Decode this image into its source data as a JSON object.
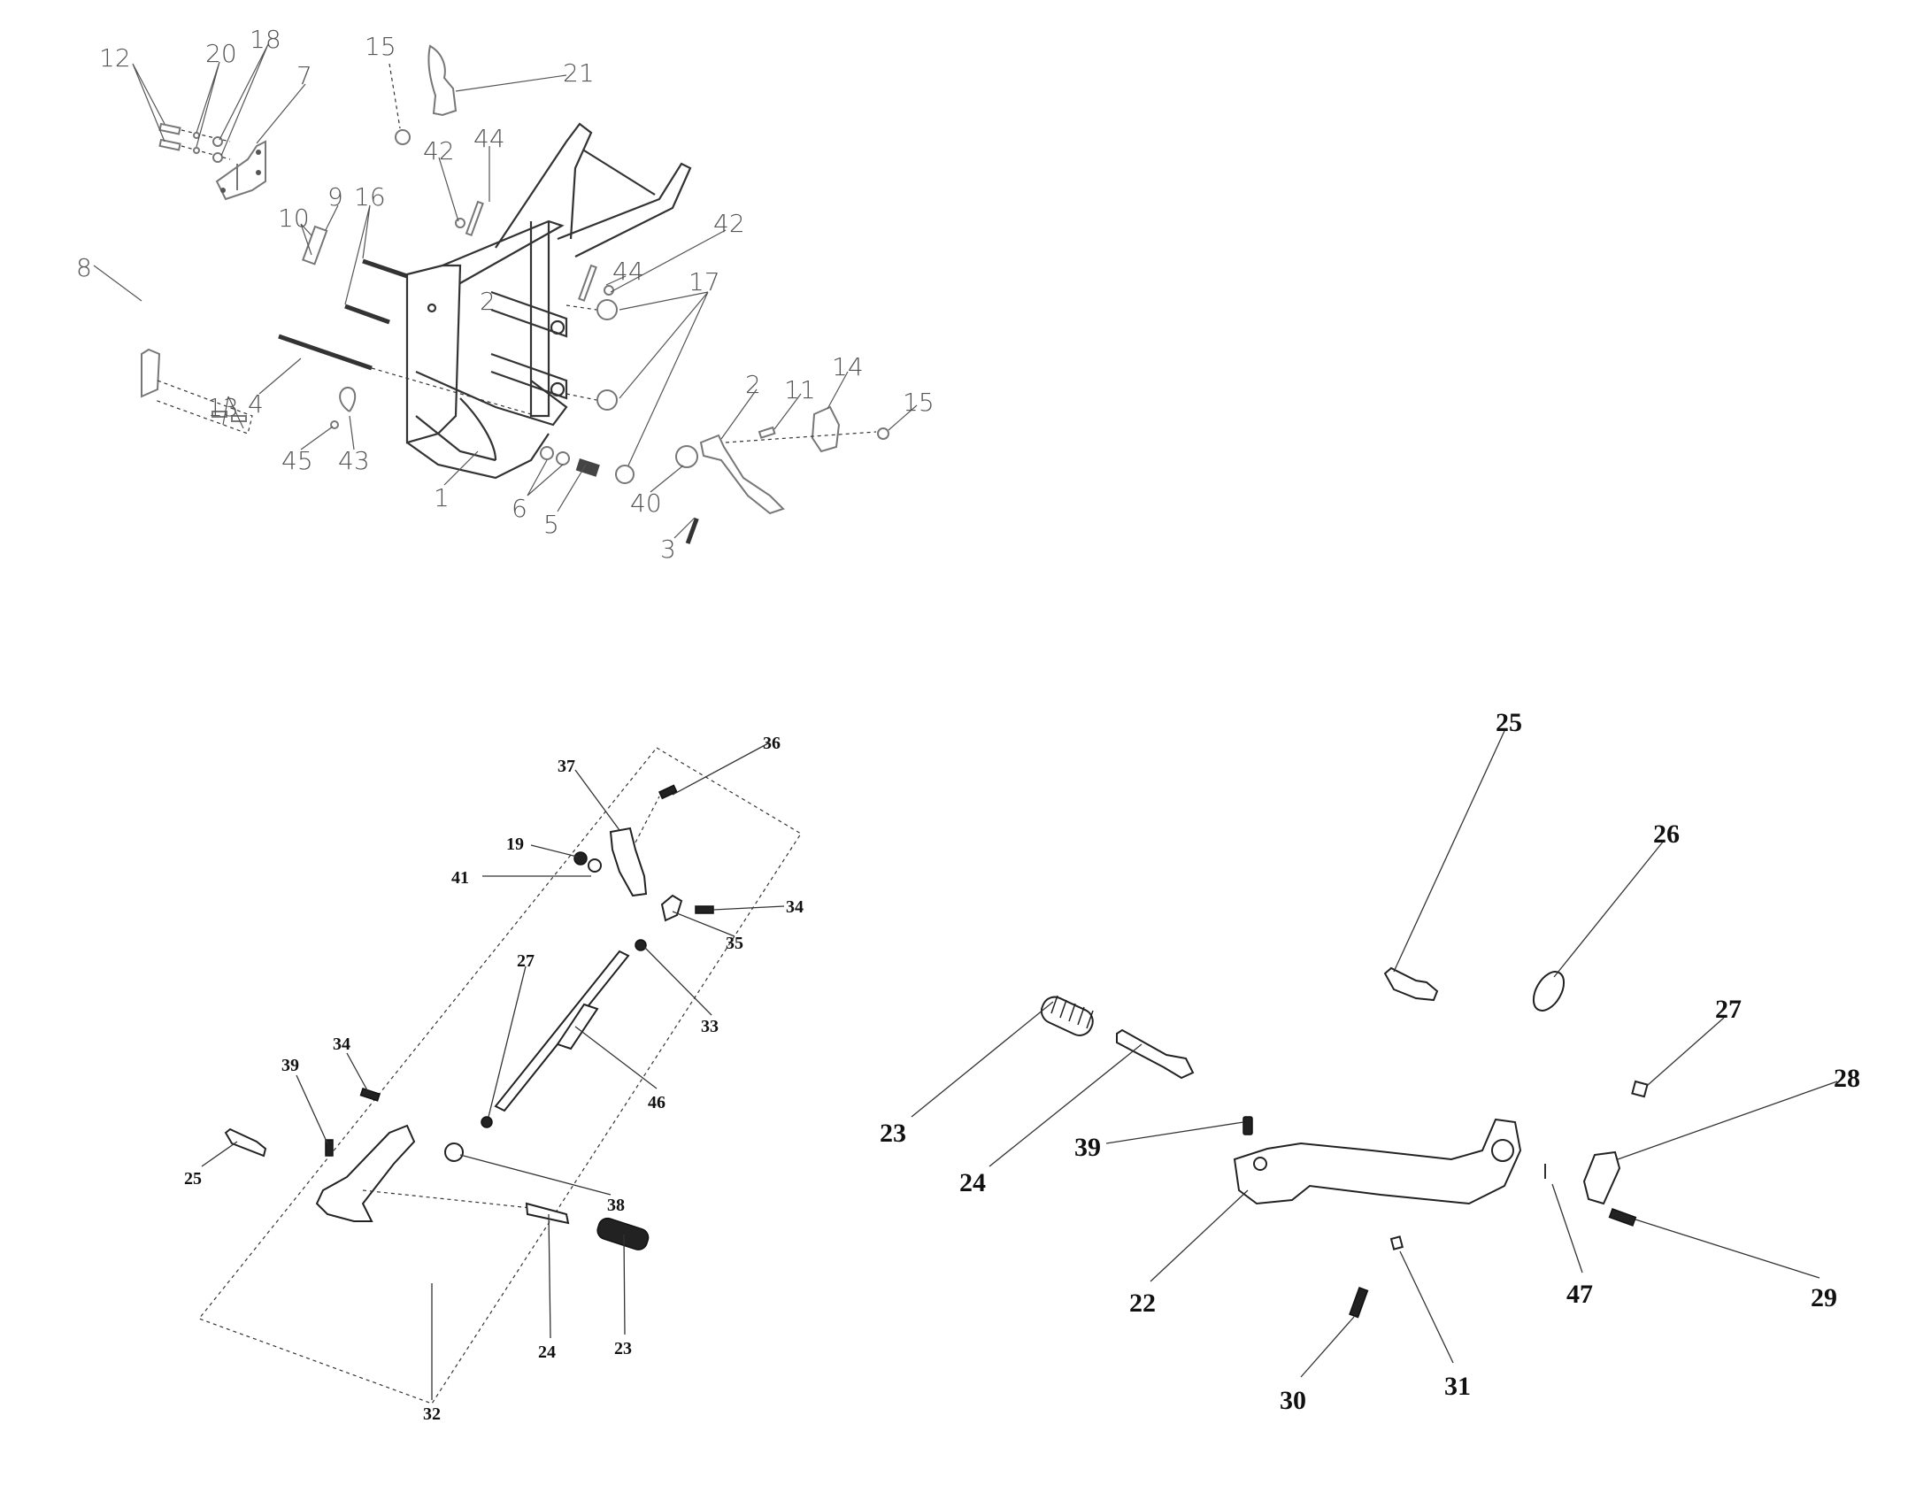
{
  "diagrams": {
    "frame_assembly": {
      "labels": [
        "12",
        "20",
        "18",
        "7",
        "15",
        "21",
        "42",
        "44",
        "10",
        "9",
        "16",
        "8",
        "2",
        "42",
        "44",
        "17",
        "13",
        "4",
        "45",
        "43",
        "1",
        "6",
        "5",
        "40",
        "3",
        "2",
        "11",
        "14",
        "15"
      ]
    },
    "shift_linkage_assembly": {
      "labels": [
        "36",
        "37",
        "19",
        "41",
        "34",
        "35",
        "33",
        "27",
        "46",
        "34",
        "39",
        "25",
        "38",
        "24",
        "23",
        "32"
      ]
    },
    "shift_lever_assembly": {
      "labels": [
        "25",
        "26",
        "27",
        "28",
        "23",
        "24",
        "39",
        "22",
        "47",
        "29",
        "30",
        "31"
      ]
    }
  },
  "colors": {
    "background": "#ffffff",
    "line": "#222222",
    "top_label": "#555555",
    "bottom_label": "#111111"
  }
}
